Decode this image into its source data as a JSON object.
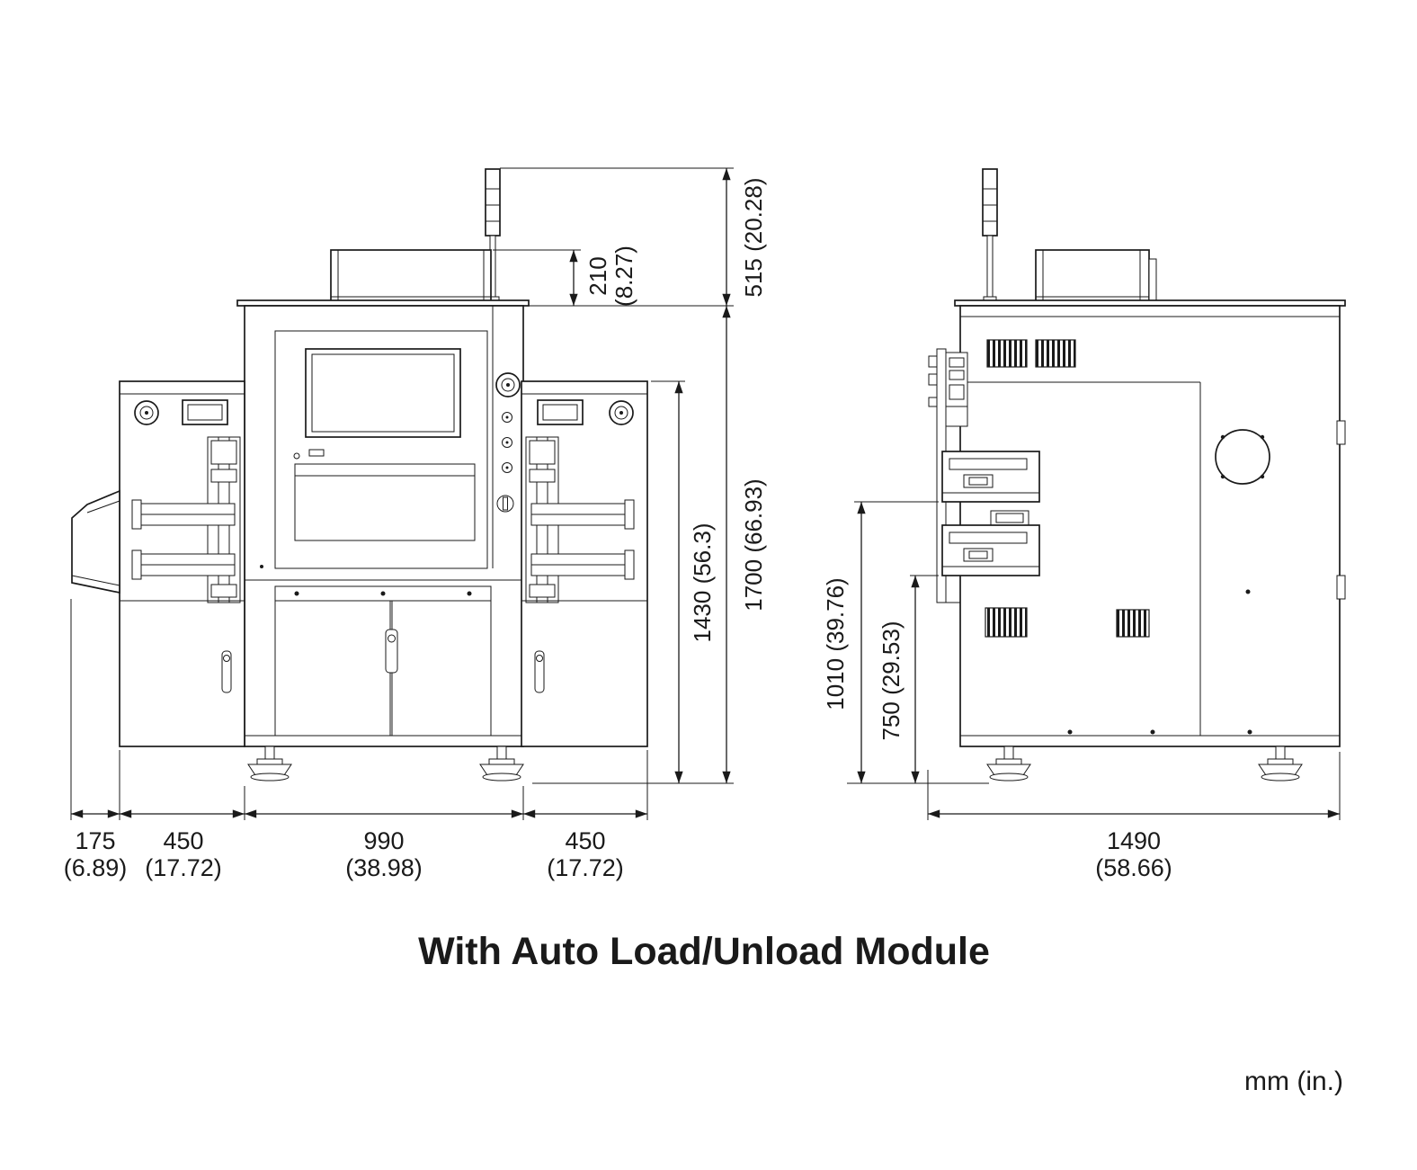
{
  "title": "With Auto Load/Unload Module",
  "units": "mm (in.)",
  "colors": {
    "line": "#1a1a1a",
    "background": "#ffffff"
  },
  "front_view": {
    "label": "front-elevation-with-load-unload-modules",
    "dimensions": {
      "light_tower_height": "515 (20.28)",
      "hood_height_mm": "210",
      "hood_height_in": "(8.27)",
      "module_height": "1430 (56.3)",
      "total_height": "1700 (66.93)",
      "chute_width_mm": "175",
      "chute_width_in": "(6.89)",
      "left_module_width_mm": "450",
      "left_module_width_in": "(17.72)",
      "body_width_mm": "990",
      "body_width_in": "(38.98)",
      "right_module_width_mm": "450",
      "right_module_width_in": "(17.72)"
    }
  },
  "side_view": {
    "label": "side-elevation",
    "dimensions": {
      "upper_shelf_height": "1010 (39.76)",
      "lower_shelf_height": "750 (29.53)",
      "depth_mm": "1490",
      "depth_in": "(58.66)"
    }
  }
}
